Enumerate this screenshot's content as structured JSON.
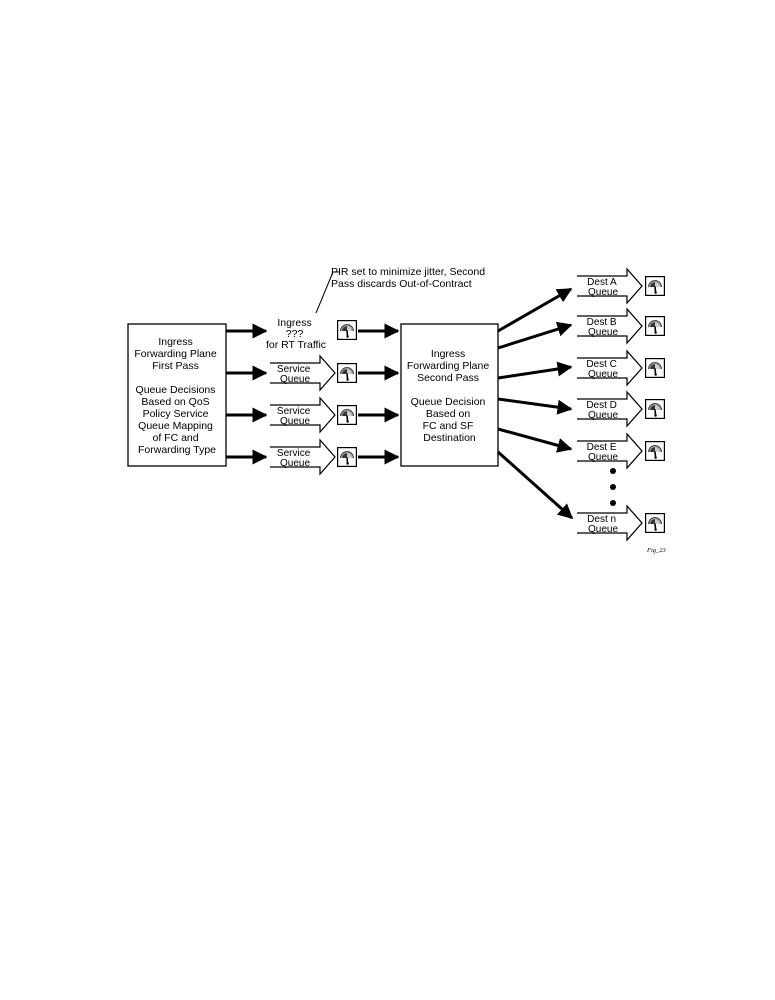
{
  "annotation": {
    "lines": [
      "PIR set to minimize jitter, Second",
      "Pass discards Out-of-Contract"
    ]
  },
  "first_pass": {
    "lines": [
      "Ingress",
      "Forwarding Plane",
      "First Pass",
      "",
      "Queue Decisions",
      "Based on QoS",
      "Policy Service",
      "Queue Mapping",
      "of FC and",
      "Forwarding Type"
    ]
  },
  "rt_queue": {
    "lines": [
      "Ingress",
      "???",
      "for RT Traffic"
    ]
  },
  "service_queues": [
    {
      "lines": [
        "Service",
        "Queue"
      ]
    },
    {
      "lines": [
        "Service",
        "Queue"
      ]
    },
    {
      "lines": [
        "Service",
        "Queue"
      ]
    }
  ],
  "second_pass": {
    "lines": [
      "Ingress",
      "Forwarding Plane",
      "Second Pass",
      "",
      "Queue Decision",
      "Based on",
      "FC and SF",
      "Destination"
    ]
  },
  "dest_queues": [
    {
      "lines": [
        "Dest A",
        "Queue"
      ]
    },
    {
      "lines": [
        "Dest B",
        "Queue"
      ]
    },
    {
      "lines": [
        "Dest C",
        "Queue"
      ]
    },
    {
      "lines": [
        "Dest D",
        "Queue"
      ]
    },
    {
      "lines": [
        "Dest E",
        "Queue"
      ]
    },
    {
      "lines": [
        "Dest n",
        "Queue"
      ]
    }
  ],
  "ellipsis_dots": 3,
  "figure_label": "Fig_23",
  "icons": {
    "meter": "rate-meter-icon"
  },
  "colors": {
    "line": "#000000",
    "meter_dark": "#222222",
    "meter_light": "#9a9a9a",
    "background": "#ffffff"
  }
}
